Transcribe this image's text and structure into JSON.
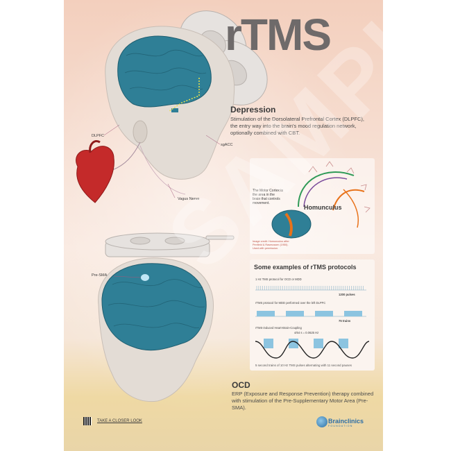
{
  "title": "rTMS",
  "depression": {
    "heading": "Depression",
    "text": "Stimulation of the Dorsolateral Prefrontal Cortex (DLPFC), the entry way into the brain's mood regulation network, optionally combined with CBT.",
    "labels": {
      "dlpfc": "DLPFC",
      "sgacc": "sgACC",
      "vagus": "Vagus Nerve"
    }
  },
  "homunculus": {
    "caption": "The Motor Cortex is the area in the brain that controls movement.",
    "label": "Homunculus",
    "footnote": "Image credit: Homunculus after Penfield & Rasmussen (1950). Used with permission."
  },
  "protocols": {
    "heading": "Some examples of rTMS protocols",
    "p1_label": "1 Hz TMS protocol for OCD or MDD",
    "p1_count": "1200 pulses",
    "p2_label": "rTMS protocol for MDD performed over the left DLPFC",
    "p2_count": "75 trains",
    "p3_label": "rTMS-induced Heart-Brain-Coupling",
    "p3_formula": "4/64 s = 0.0625 Hz",
    "footer": "5 second trains of 10 Hz TMS pulses alternating with 11 second pauses"
  },
  "presma_label": "Pre-SMA",
  "ocd": {
    "heading": "OCD",
    "text": "ERP (Exposure and Response Prevention) therapy combined with stimulation of the Pre-Supplementary Motor Area (Pre-SMA)."
  },
  "closer": "TAKE A CLOSER LOOK",
  "logo": {
    "name": "Brainclinics",
    "sub": "FOUNDATION"
  },
  "watermark": "SAMPLE",
  "colors": {
    "brain": "#2f7f96",
    "heart": "#c42a2a",
    "accent": "#e8721a",
    "title": "#6e6a6a"
  }
}
